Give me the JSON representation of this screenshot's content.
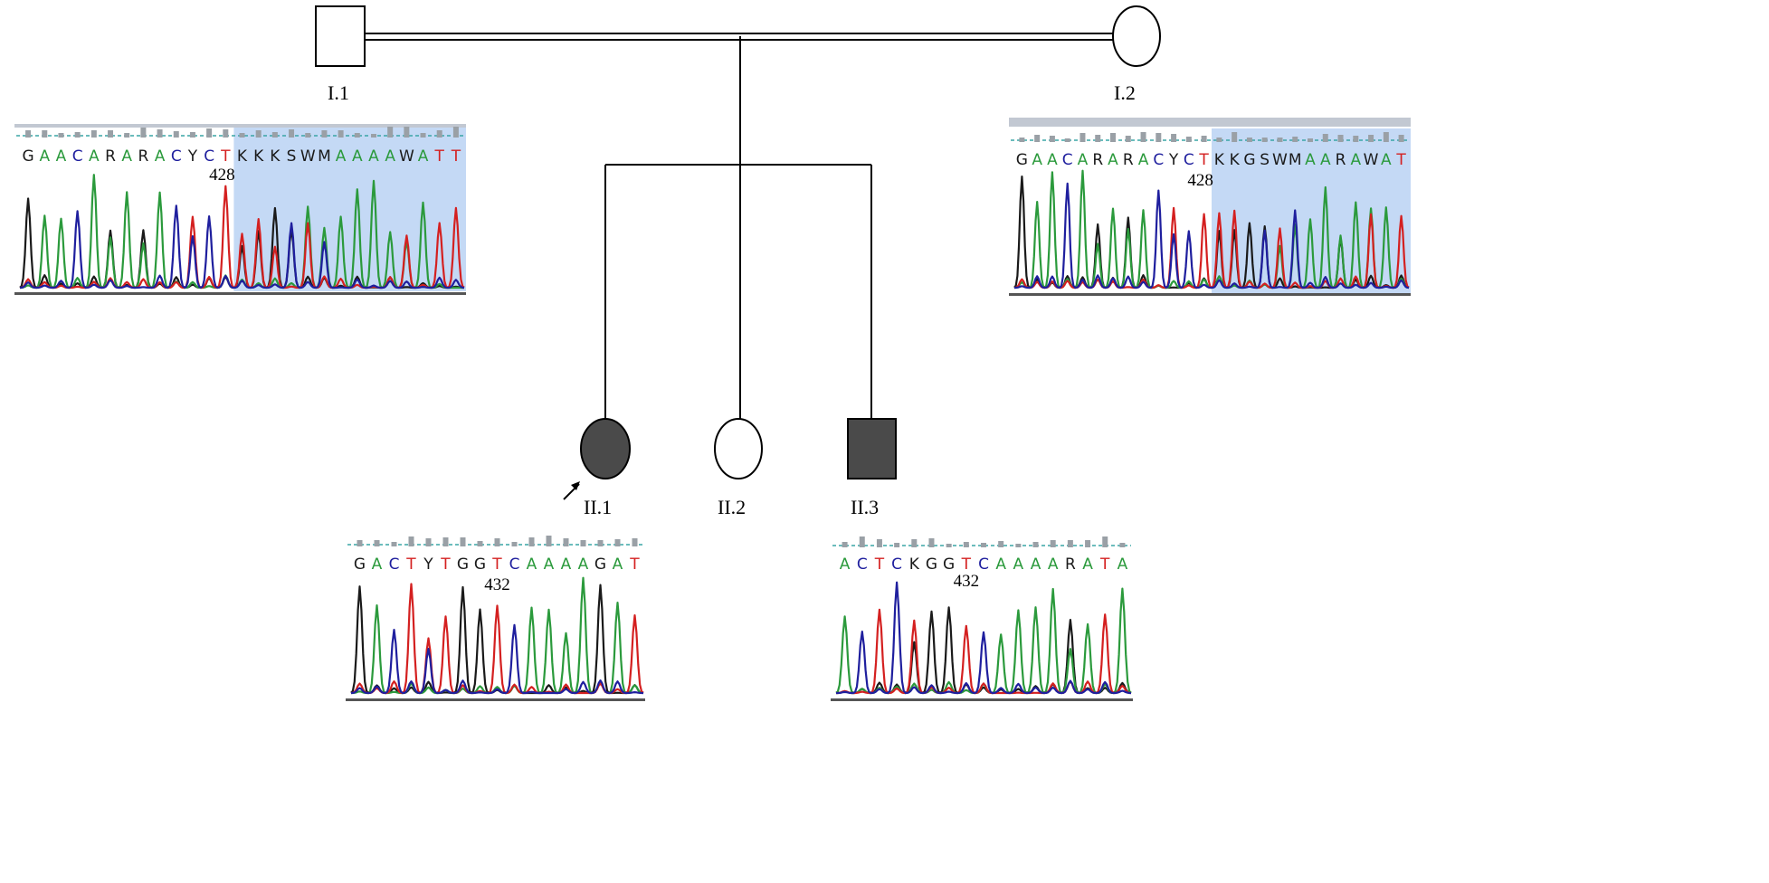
{
  "colors": {
    "A": "#2b9a3c",
    "C": "#1f1f9e",
    "G": "#1a1a1a",
    "T": "#d42020",
    "ambiguous": "#1a1a1a",
    "affected_fill": "#4a4a4a",
    "highlight": "#c4d9f5",
    "header_bar": "#c2c8d2"
  },
  "pedigree": {
    "individuals": [
      {
        "id": "I.1",
        "label": "I.1",
        "sex": "male",
        "affected": false,
        "proband": false
      },
      {
        "id": "I.2",
        "label": "I.2",
        "sex": "female",
        "affected": false,
        "proband": false
      },
      {
        "id": "II.1",
        "label": "II.1",
        "sex": "female",
        "affected": true,
        "proband": true
      },
      {
        "id": "II.2",
        "label": "II.2",
        "sex": "female",
        "affected": false,
        "proband": false
      },
      {
        "id": "II.3",
        "label": "II.3",
        "sex": "male",
        "affected": true,
        "proband": false
      }
    ],
    "consanguineous_mating": true
  },
  "chromatograms": [
    {
      "id": "I.1",
      "sequence": "GAACARARACYCTKKKSWMAAAAWATT",
      "position_label": "428",
      "marked_index": 12,
      "highlight_from": 13
    },
    {
      "id": "I.2",
      "sequence": "GAACARARACYCTKKGSWMAARAWAT",
      "position_label": "428",
      "marked_index": 12,
      "highlight_from": 13
    },
    {
      "id": "II.1",
      "sequence": "GACTYTGGTCAAAAGAT",
      "position_label": "432",
      "marked_index": null,
      "highlight_from": null
    },
    {
      "id": "II.3",
      "sequence": "ACTCKGGTCAAAARATA",
      "position_label": "432",
      "marked_index": null,
      "highlight_from": null
    }
  ]
}
